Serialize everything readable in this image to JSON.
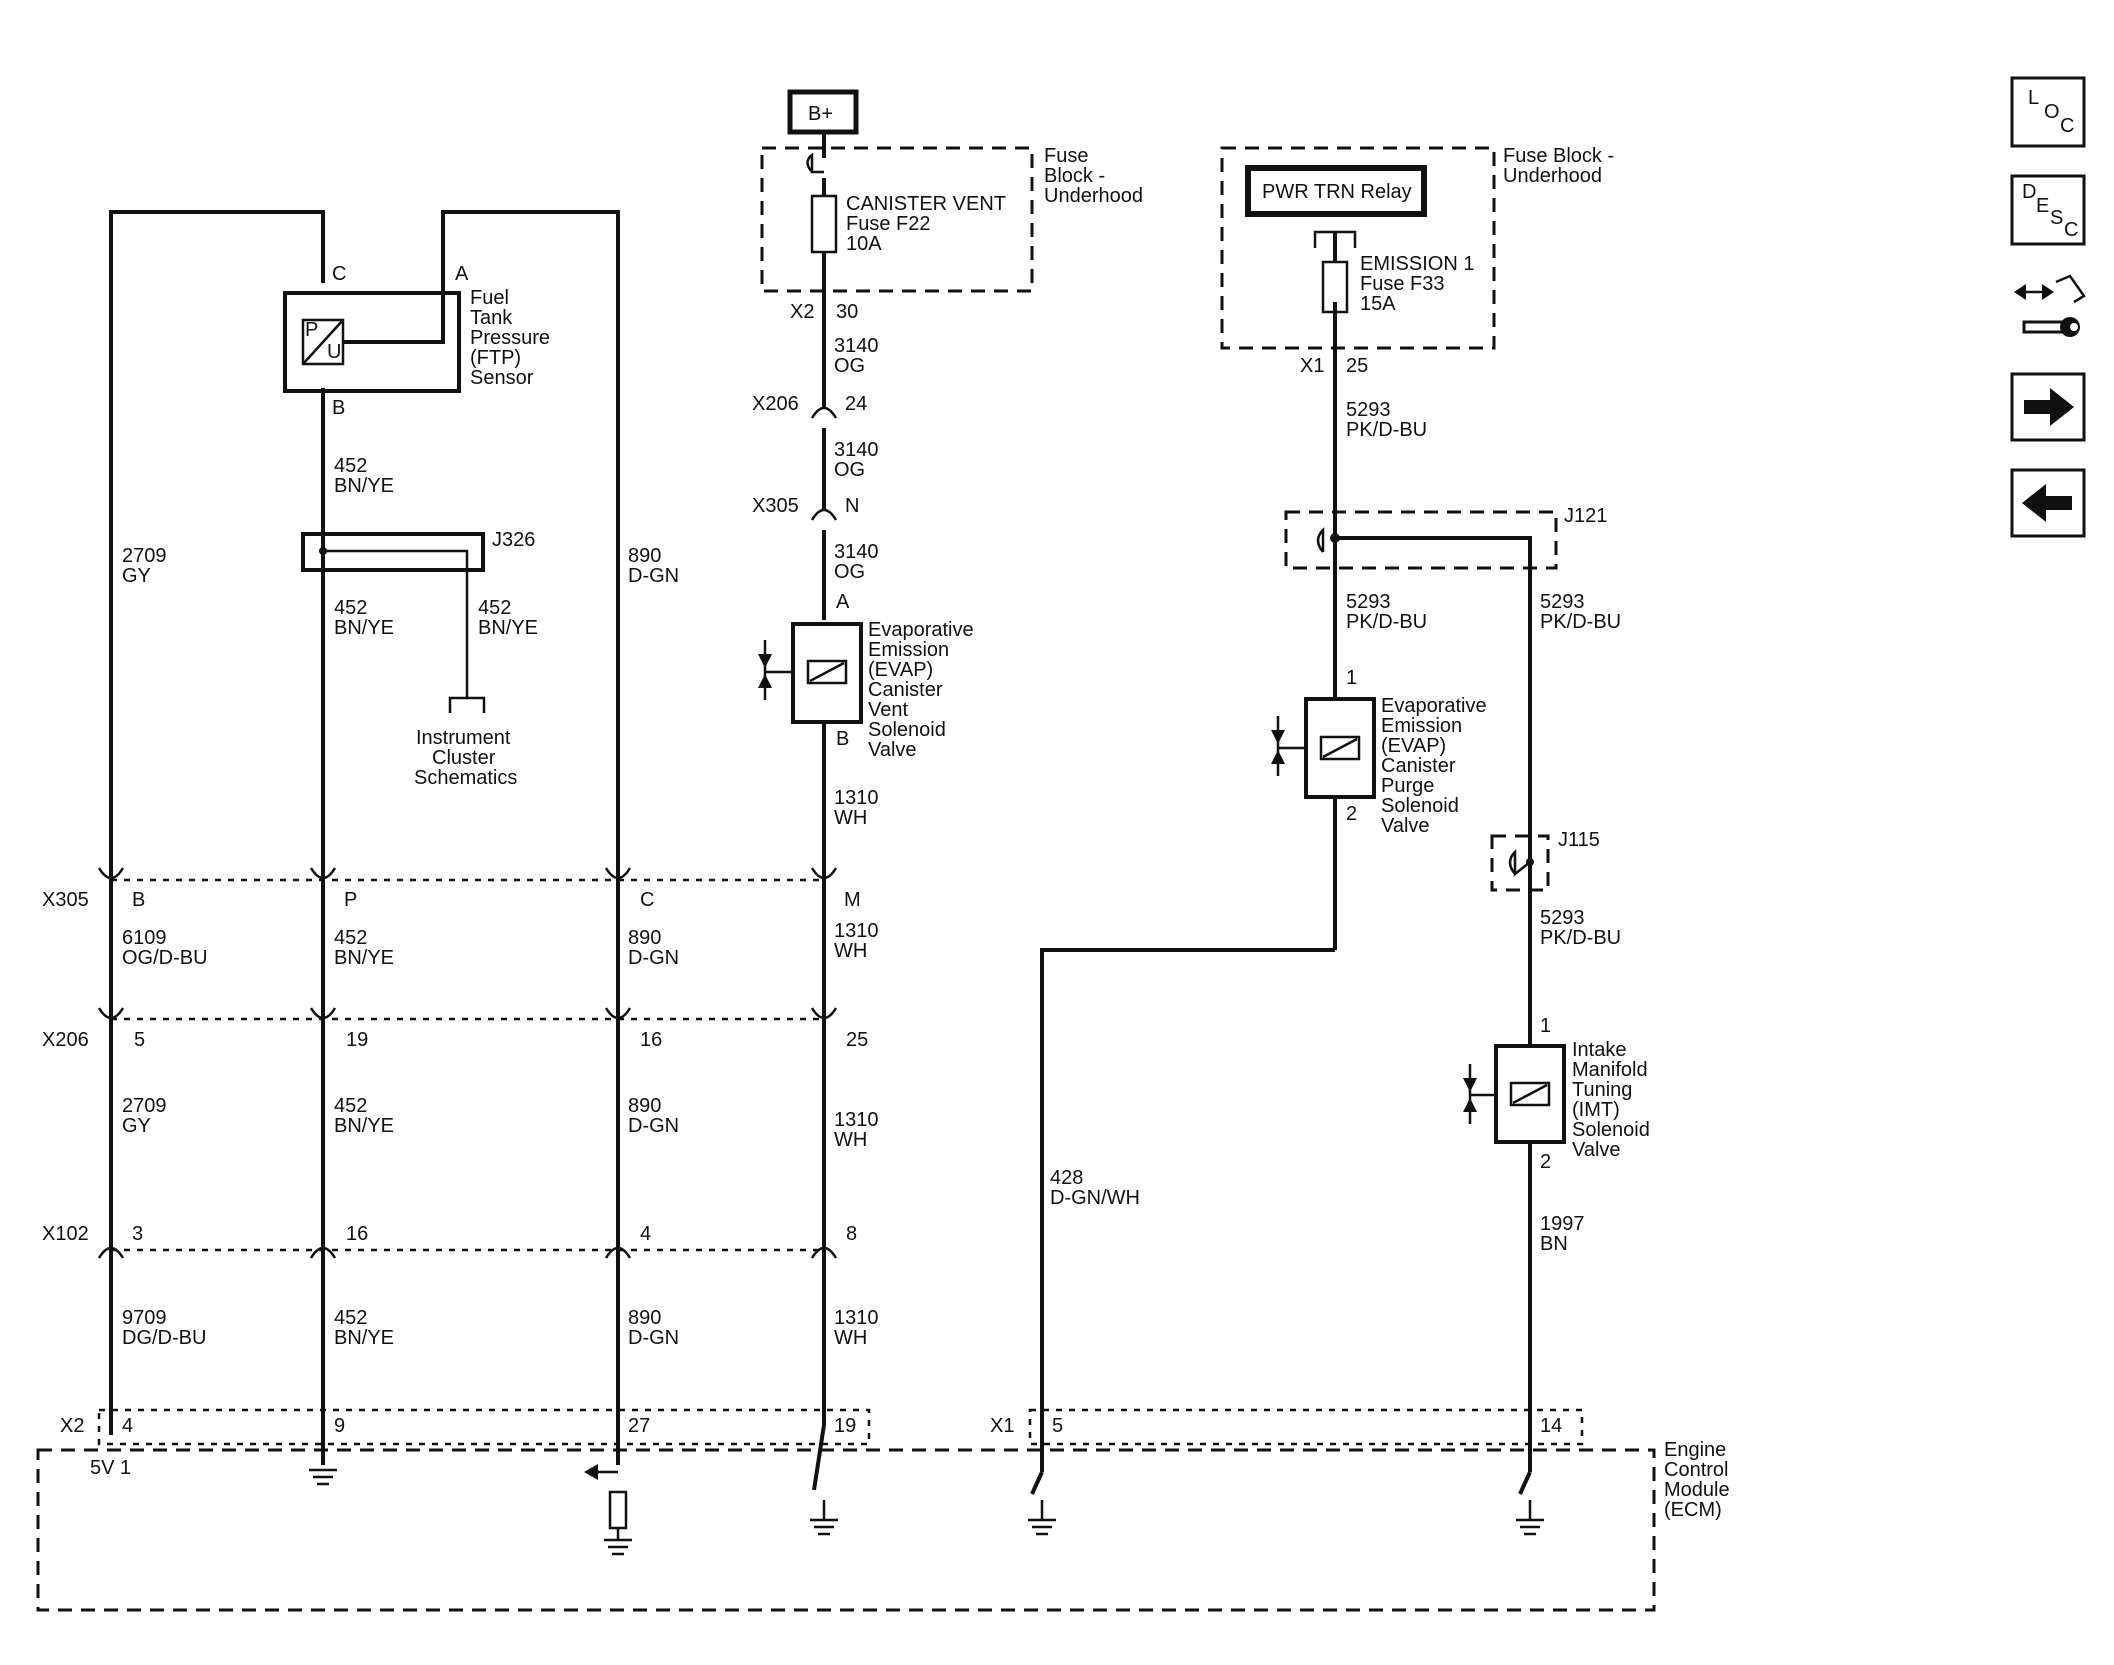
{
  "supply": {
    "bplus": "B+"
  },
  "fuse_blocks": {
    "left_label": [
      "Fuse",
      "Block -",
      "Underhood"
    ],
    "right_label": [
      "Fuse Block -",
      "Underhood"
    ],
    "relay": "PWR TRN Relay"
  },
  "fuses": {
    "canister": [
      "CANISTER VENT",
      "Fuse F22",
      "10A"
    ],
    "emission": [
      "EMISSION 1",
      "Fuse F33",
      "15A"
    ]
  },
  "connectors": {
    "x2": "X2",
    "x206": "X206",
    "x305": "X305",
    "x1": "X1",
    "x102": "X102"
  },
  "pins": {
    "c": "C",
    "a": "A",
    "b": "B",
    "p": "P",
    "n": "N",
    "m": "M",
    "p30": "30",
    "p24": "24",
    "p25": "25",
    "p1": "1",
    "p2": "2",
    "p5": "5",
    "p19": "19",
    "p16": "16",
    "p3": "3",
    "p4": "4",
    "p8": "8",
    "p9": "9",
    "p27": "27",
    "p14": "14",
    "ftp_p": "P",
    "ftp_u": "U"
  },
  "splices": {
    "j326": "J326",
    "j121": "J121",
    "j115": "J115"
  },
  "wires": {
    "c2709": "2709",
    "gy": "GY",
    "c452": "452",
    "bnye": "BN/YE",
    "c890": "890",
    "dgn": "D-GN",
    "c3140": "3140",
    "og": "OG",
    "c1310": "1310",
    "wh": "WH",
    "c6109": "6109",
    "ogdbu": "OG/D-BU",
    "c9709": "9709",
    "dgdbu": "DG/D-BU",
    "c5293": "5293",
    "pkdbu": "PK/D-BU",
    "c428": "428",
    "dgnwh": "D-GN/WH",
    "c1997": "1997",
    "bn": "BN"
  },
  "components": {
    "ftp": [
      "Fuel",
      "Tank",
      "Pressure",
      "(FTP)",
      "Sensor"
    ],
    "cluster": [
      "Instrument",
      "Cluster",
      "Schematics"
    ],
    "evap_vent": [
      "Evaporative",
      "Emission",
      "(EVAP)",
      "Canister",
      "Vent",
      "Solenoid",
      "Valve"
    ],
    "evap_purge": [
      "Evaporative",
      "Emission",
      "(EVAP)",
      "Canister",
      "Purge",
      "Solenoid",
      "Valve"
    ],
    "imt": [
      "Intake",
      "Manifold",
      "Tuning",
      "(IMT)",
      "Solenoid",
      "Valve"
    ],
    "ecm": [
      "Engine",
      "Control",
      "Module",
      "(ECM)"
    ],
    "v5": "5V 1"
  },
  "nav": {
    "loc": [
      "L",
      "O",
      "C"
    ],
    "desc": [
      "D",
      "E",
      "S",
      "C"
    ],
    "icons": [
      "connector-wrench-icon",
      "arrow-right-icon",
      "arrow-left-icon"
    ]
  }
}
